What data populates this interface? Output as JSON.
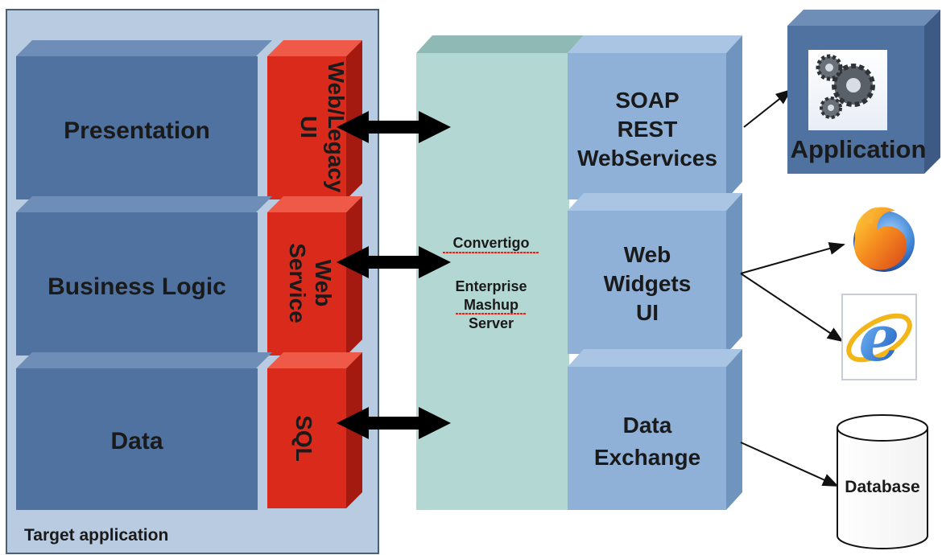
{
  "target_panel": {
    "caption": "Target application",
    "layers": [
      {
        "name": "Presentation",
        "interface": [
          "Web/Legacy",
          "UI"
        ]
      },
      {
        "name": "Business Logic",
        "interface": [
          "Web",
          "Service"
        ]
      },
      {
        "name": "Data",
        "interface": [
          "SQL"
        ]
      }
    ]
  },
  "server": {
    "lines": [
      "Convertigo",
      "Enterprise",
      "Mashup",
      "Server"
    ],
    "outputs": [
      {
        "lines": [
          "SOAP",
          "REST",
          "WebServices"
        ]
      },
      {
        "lines": [
          "Web",
          "Widgets",
          "UI"
        ]
      },
      {
        "lines": [
          "Data",
          "Exchange"
        ]
      }
    ]
  },
  "consumers": {
    "application_label": "Application",
    "database_label": "Database",
    "browsers": [
      "firefox-icon",
      "internet-explorer-icon"
    ]
  },
  "colors": {
    "panel_bg": "#b8cbe0",
    "panel_border": "#4a5f78",
    "layer_front": "#4f72a0",
    "layer_top": "#6e8db7",
    "layer_side": "#3c5a84",
    "interface_front": "#d92a1c",
    "interface_top": "#ef5a48",
    "interface_side": "#a51a10",
    "server_front": "#b3d7d3",
    "server_top": "#8fb9b4",
    "output_front": "#8fb1d7",
    "output_top": "#a9c5e3",
    "output_side": "#6f95bf",
    "app_box": "#4f72a0"
  }
}
